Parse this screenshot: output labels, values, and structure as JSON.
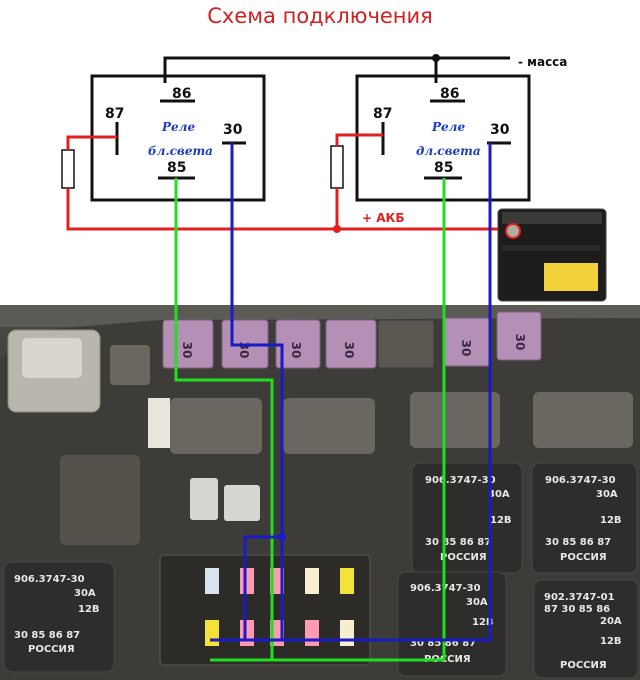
{
  "title": "Схема подключения",
  "ground_label": "- масса",
  "battery_label": "+ АКБ",
  "relays": [
    {
      "pin86": "86",
      "pin87": "87",
      "pin30": "30",
      "pin85": "85",
      "name_line1": "Реле",
      "name_line2": "бл.света"
    },
    {
      "pin86": "86",
      "pin87": "87",
      "pin30": "30",
      "pin85": "85",
      "name_line1": "Реле",
      "name_line2": "дл.света"
    }
  ],
  "fuse_labels": [
    "30",
    "30",
    "30",
    "30",
    "30",
    "30"
  ],
  "photo_relays": [
    {
      "line1": "906.3747-30",
      "line2": "30A",
      "line3": "12В",
      "pins": "30 85 86 87",
      "country": "РОССИЯ"
    },
    {
      "line1": "906.3747-30",
      "line2": "30A",
      "line3": "12В",
      "pins": "30 85 86 87",
      "country": "РОССИЯ"
    },
    {
      "line1": "906.3747-30",
      "line2": "30A",
      "line3": "12В",
      "pins": "30 85 86 87",
      "country": "РОССИЯ"
    },
    {
      "line1": "906.3747-30",
      "line2": "30A",
      "line3": "12В",
      "pins": "30 85 86 87",
      "country": "РОССИЯ"
    },
    {
      "line1": "902.3747-01",
      "line2": "20A",
      "line3": "12В",
      "pins": "87 30 85 86",
      "country": "РОССИЯ"
    }
  ],
  "colors": {
    "title": "#d21f1f",
    "relay_name": "#1a3cc8",
    "wire_red": "#e02020",
    "wire_green": "#22dd22",
    "wire_blue": "#1a1ac8",
    "wire_black": "#111111"
  }
}
